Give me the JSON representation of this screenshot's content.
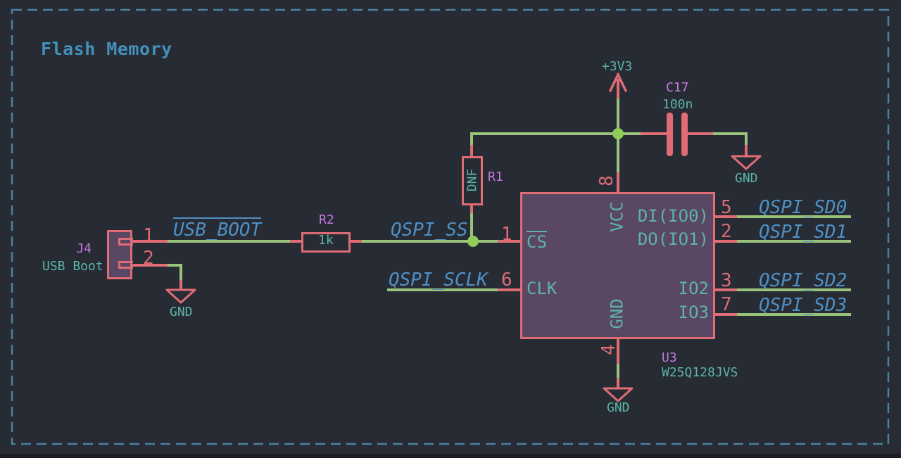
{
  "sheet": {
    "title": "Flash Memory"
  },
  "colors": {
    "background": "#262b34",
    "frame_dash": "#4d80a0",
    "title_text": "#4590bb",
    "wire": "#98c379",
    "junction": "#8fcc5a",
    "device_outline": "#e06c75",
    "device_fill": "#5a4763",
    "reference_text": "#c678dd",
    "value_text": "#5cb4a6",
    "pin_number_text": "#dd6a74",
    "net_label_text": "#4f90c4"
  },
  "components": {
    "j4": {
      "reference": "J4",
      "value": "USB Boot",
      "pin1_number": "1",
      "pin2_number": "2"
    },
    "r2": {
      "reference": "R2",
      "value": "1k"
    },
    "r1": {
      "reference": "R1",
      "value": "DNF"
    },
    "c17": {
      "reference": "C17",
      "value": "100n"
    },
    "u3": {
      "reference": "U3",
      "value": "W25Q128JVS",
      "pins": {
        "cs": {
          "number": "1",
          "name": "CS"
        },
        "clk": {
          "number": "6",
          "name": "CLK"
        },
        "vcc": {
          "number": "8",
          "name": "VCC"
        },
        "gnd": {
          "number": "4",
          "name": "GND"
        },
        "di": {
          "number": "5",
          "name": "DI(IO0)"
        },
        "do": {
          "number": "2",
          "name": "DO(IO1)"
        },
        "io2": {
          "number": "3",
          "name": "IO2"
        },
        "io3": {
          "number": "7",
          "name": "IO3"
        }
      }
    }
  },
  "power": {
    "rail_3v3": "+3V3",
    "gnd": "GND"
  },
  "nets": {
    "usb_boot": "USB_BOOT",
    "qspi_ss": "QSPI_SS",
    "qspi_sclk": "QSPI_SCLK",
    "qspi_sd0": "QSPI_SD0",
    "qspi_sd1": "QSPI_SD1",
    "qspi_sd2": "QSPI_SD2",
    "qspi_sd3": "QSPI_SD3"
  }
}
